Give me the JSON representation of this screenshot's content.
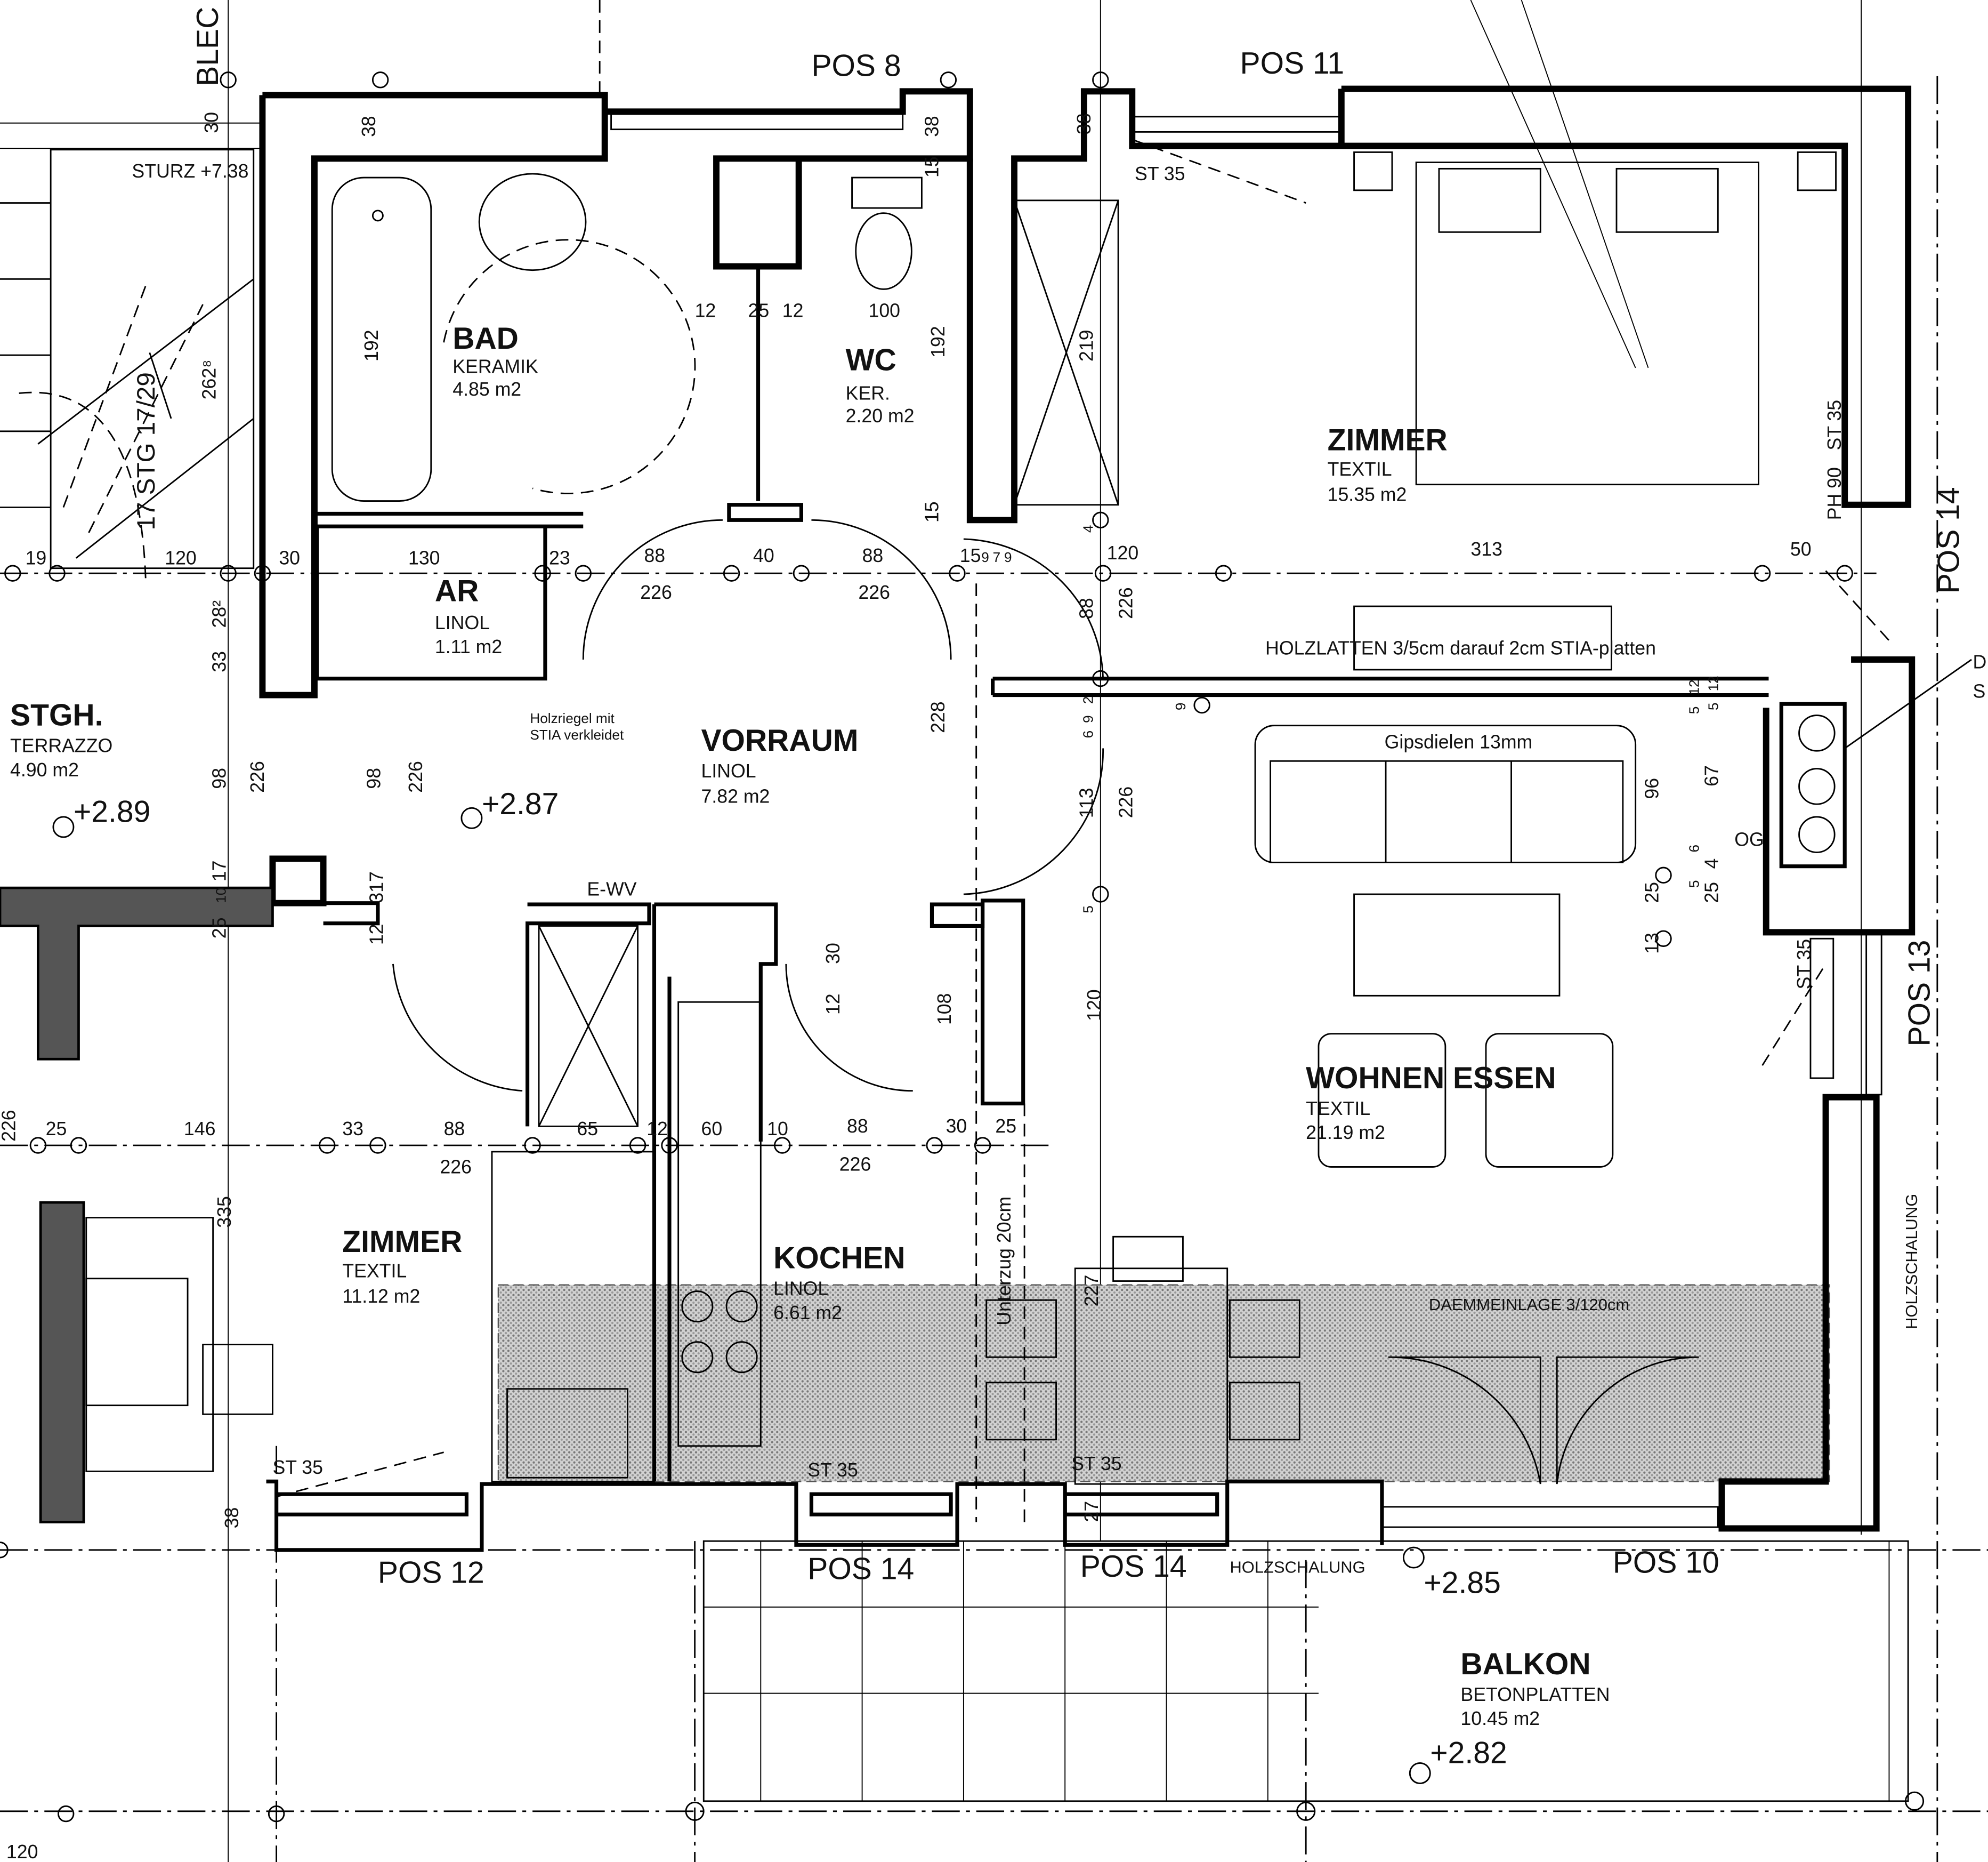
{
  "rooms": {
    "bad": {
      "name": "BAD",
      "floor": "KERAMIK",
      "area": "4.85 m2"
    },
    "wc": {
      "name": "WC",
      "floor": "KER.",
      "area": "2.20 m2"
    },
    "zimmer_top": {
      "name": "ZIMMER",
      "floor": "TEXTIL",
      "area": "15.35 m2"
    },
    "ar": {
      "name": "AR",
      "floor": "LINOL",
      "area": "1.11 m2"
    },
    "stgh": {
      "name": "STGH.",
      "floor": "TERRAZZO",
      "area": "4.90 m2"
    },
    "vorraum": {
      "name": "VORRAUM",
      "floor": "LINOL",
      "area": "7.82 m2"
    },
    "wohnen": {
      "name": "WOHNEN ESSEN",
      "floor": "TEXTIL",
      "area": "21.19 m2"
    },
    "zimmer_left": {
      "name": "ZIMMER",
      "floor": "TEXTIL",
      "area": "11.12 m2"
    },
    "kochen": {
      "name": "KOCHEN",
      "floor": "LINOL",
      "area": "6.61 m2"
    },
    "balkon": {
      "name": "BALKON",
      "floor": "BETONPLATTEN",
      "area": "10.45 m2"
    }
  },
  "levels": [
    "+2.89",
    "+2.87",
    "+2.85",
    "+2.82"
  ],
  "positions": [
    "POS 8",
    "POS 11",
    "POS 14",
    "POS 13",
    "POS 12",
    "POS 14",
    "POS 14",
    "POS 10"
  ],
  "notes": {
    "blec": "BLEC",
    "sturz": "STURZ +7.38",
    "stairs": "17 STG 17/29",
    "st35": "ST 35",
    "ph90": "PH 90",
    "holzlatten": "HOLZLATTEN 3/5cm darauf 2cm STIA-platten",
    "gipsdielen": "Gipsdielen 13mm",
    "holzriegel_1": "Holzriegel mit",
    "holzriegel_2": "STIA verkleidet",
    "ewv": "E-WV",
    "daemm": "DAEMMEINLAGE 3/120cm",
    "holzschalung": "HOLZSCHALUNG",
    "unterzug": "Unterzug 20cm",
    "og": "OG",
    "edge_d": "D",
    "edge_s": "S"
  },
  "dimensions": {
    "top": [
      "30",
      "38",
      "15",
      "38",
      "38"
    ],
    "bath": [
      "192",
      "12",
      "25",
      "12",
      "100",
      "192",
      "219",
      "262⁸",
      "15"
    ],
    "row1": [
      "19",
      "120",
      "30",
      "130",
      "23",
      "88",
      "226",
      "40",
      "88",
      "226",
      "15",
      "9",
      "7",
      "9",
      "120",
      "313",
      "50",
      "88",
      "226"
    ],
    "mid": [
      "28²",
      "33",
      "98",
      "226",
      "98",
      "226",
      "228",
      "113",
      "226",
      "96",
      "67",
      "2",
      "12",
      "5",
      "9",
      "4",
      "6",
      "25",
      "12",
      "5",
      "9",
      "6",
      "25",
      "13",
      "5"
    ],
    "left": [
      "17",
      "10",
      "317",
      "12",
      "25"
    ],
    "lower": [
      "30",
      "12",
      "108",
      "120",
      "5",
      "4"
    ],
    "row2": [
      "226",
      "25",
      "146",
      "33",
      "88",
      "226",
      "65",
      "12",
      "60",
      "10",
      "88",
      "226",
      "30",
      "25"
    ],
    "bottom": [
      "335",
      "38",
      "227",
      "27",
      "120"
    ]
  }
}
